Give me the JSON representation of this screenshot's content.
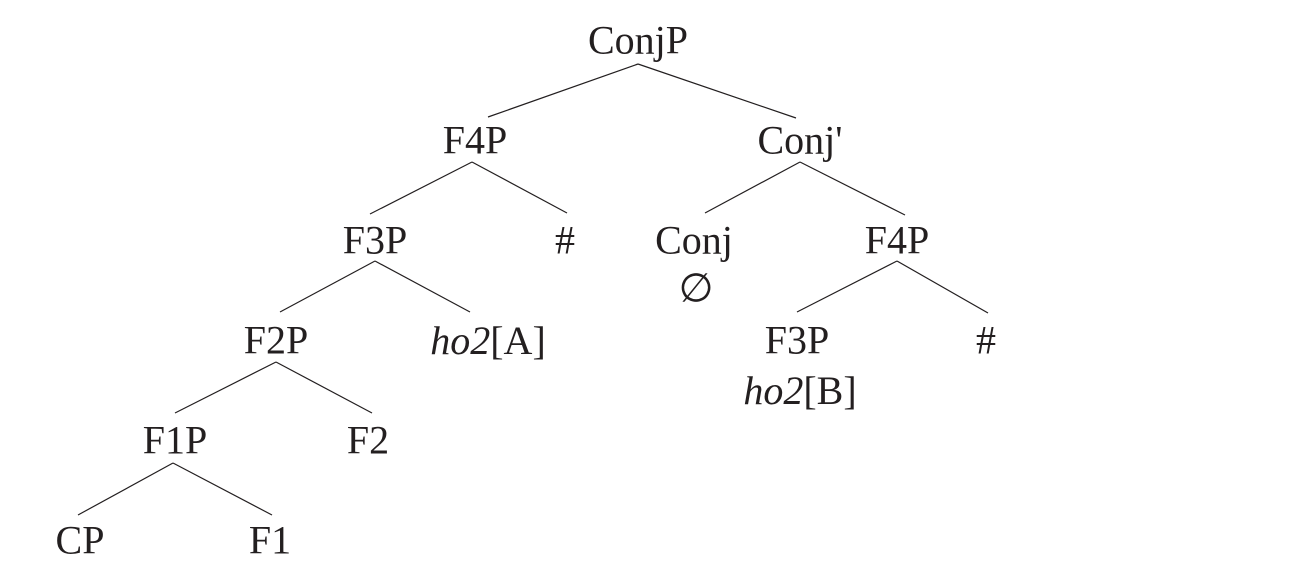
{
  "tree": {
    "root": "ConjP",
    "f4p_left": "F4P",
    "conj_bar": "Conj'",
    "f3p_left": "F3P",
    "hash_left": "#",
    "conj": "Conj",
    "empty_set": "∅",
    "f4p_right": "F4P",
    "f2p": "F2P",
    "ho2_a_word": "ho2",
    "ho2_a_tag": "[A]",
    "f3p_right": "F3P",
    "ho2_b_word": "ho2",
    "ho2_b_tag": "[B]",
    "hash_right": "#",
    "f1p": "F1P",
    "f2": "F2",
    "cp": "CP",
    "f1": "F1"
  }
}
